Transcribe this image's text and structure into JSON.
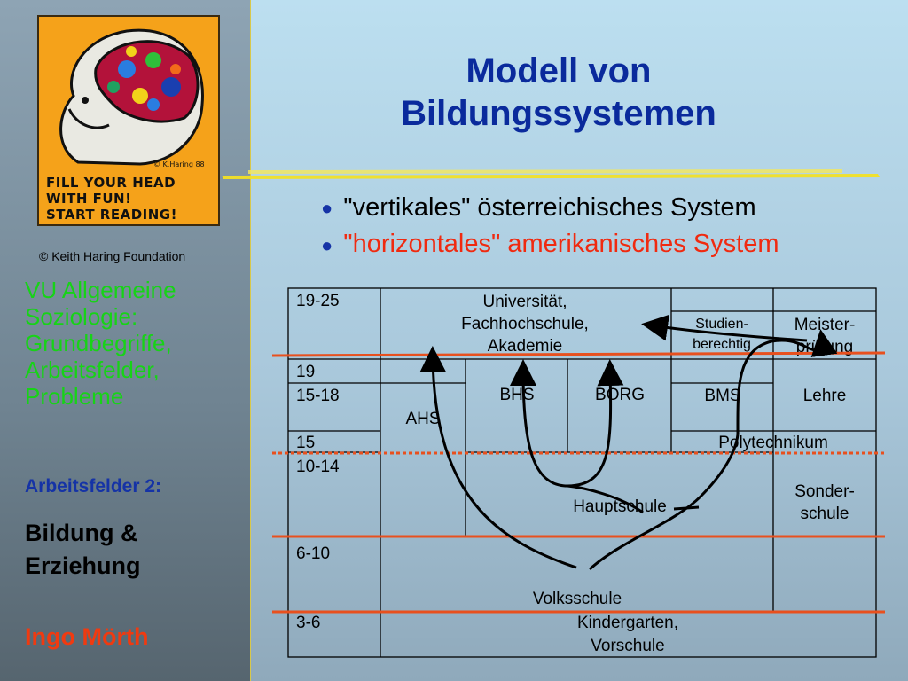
{
  "sidebar": {
    "poster_lines": [
      "FILL YOUR HEAD",
      "WITH FUN!",
      "START READING!"
    ],
    "poster_signature": "© K.Haring 88",
    "copyright": "© Keith Haring Foundation",
    "course_lines": [
      "VU Allgemeine",
      "Soziologie:",
      "Grundbegriffe,",
      "Arbeitsfelder,",
      "Probleme"
    ],
    "section_label": "Arbeitsfelder 2:",
    "topic_lines": [
      "Bildung &",
      "Erziehung"
    ],
    "author": "Ingo Mörth"
  },
  "header": {
    "title_lines": [
      "Modell von",
      "Bildungssystemen"
    ]
  },
  "bullets": [
    "\"vertikales\" österreichisches System",
    "\"horizontales\" amerikanisches System"
  ],
  "diagram": {
    "age_labels": {
      "a19_25": "19-25",
      "a19": "19",
      "a15_18": "15-18",
      "a15": "15",
      "a10_14": "10-14",
      "a6_10": "6-10",
      "a3_6": "3-6"
    },
    "universitaet": [
      "Universität,",
      "Fachhochschule,",
      "Akademie"
    ],
    "studienberechtig": [
      "Studien-",
      "berechtig"
    ],
    "meisterpruefung": [
      "Meister-",
      "prüfung"
    ],
    "ahs": "AHS",
    "bhs": "BHS",
    "borg": "BORG",
    "bms": "BMS",
    "lehre": "Lehre",
    "polytechnikum": "Polytechnikum",
    "hauptschule": "Hauptschule",
    "sonderschule": [
      "Sonder-",
      "schule"
    ],
    "volksschule": "Volksschule",
    "kindergarten": [
      "Kindergarten,",
      "Vorschule"
    ],
    "colors": {
      "line_red": "#e8501e",
      "table_line": "#000000",
      "title_blue": "#0a2a9c",
      "highlight_green": "#17d317"
    }
  }
}
